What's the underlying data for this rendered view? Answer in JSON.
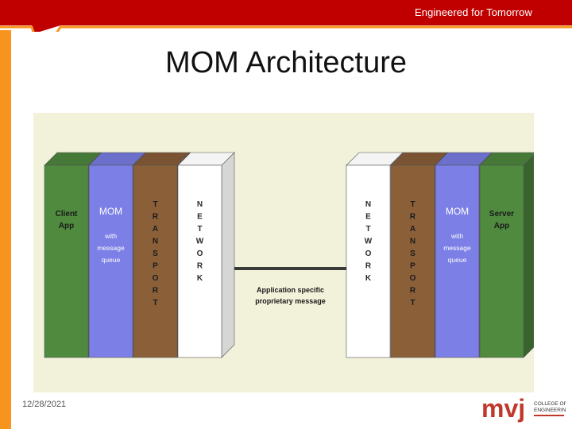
{
  "header": {
    "tagline": "Engineered for Tomorrow",
    "bar_color": "#c00000",
    "accent_color": "#f7941d"
  },
  "slide": {
    "title": "MOM Architecture",
    "date": "12/28/2021"
  },
  "diagram": {
    "background": "#f2f1d9",
    "left_stack": [
      {
        "key": "client",
        "lines": [
          "Client",
          "App"
        ],
        "color": "#4f8a3e"
      },
      {
        "key": "mom",
        "lines": [
          "MOM",
          "",
          "with",
          "message",
          "queue"
        ],
        "color": "#7b7fe6"
      },
      {
        "key": "transport",
        "lines": [
          "T",
          "R",
          "A",
          "N",
          "S",
          "P",
          "O",
          "R",
          "T"
        ],
        "color": "#8b6039"
      },
      {
        "key": "network",
        "lines": [
          "N",
          "E",
          "T",
          "W",
          "O",
          "R",
          "K"
        ],
        "color": "#ffffff"
      }
    ],
    "right_stack": [
      {
        "key": "network",
        "lines": [
          "N",
          "E",
          "T",
          "W",
          "O",
          "R",
          "K"
        ],
        "color": "#ffffff"
      },
      {
        "key": "transport",
        "lines": [
          "T",
          "R",
          "A",
          "N",
          "S",
          "P",
          "O",
          "R",
          "T"
        ],
        "color": "#8b6039"
      },
      {
        "key": "mom",
        "lines": [
          "MOM",
          "",
          "with",
          "message",
          "queue"
        ],
        "color": "#7b7fe6"
      },
      {
        "key": "server",
        "lines": [
          "Server",
          "App"
        ],
        "color": "#4f8a3e"
      }
    ],
    "link_label": [
      "Application specific",
      "proprietary message"
    ]
  },
  "logo": {
    "text": "mvj",
    "lines": [
      "COLLEGE OF",
      "ENGINEERING"
    ],
    "color": "#c0392b"
  }
}
